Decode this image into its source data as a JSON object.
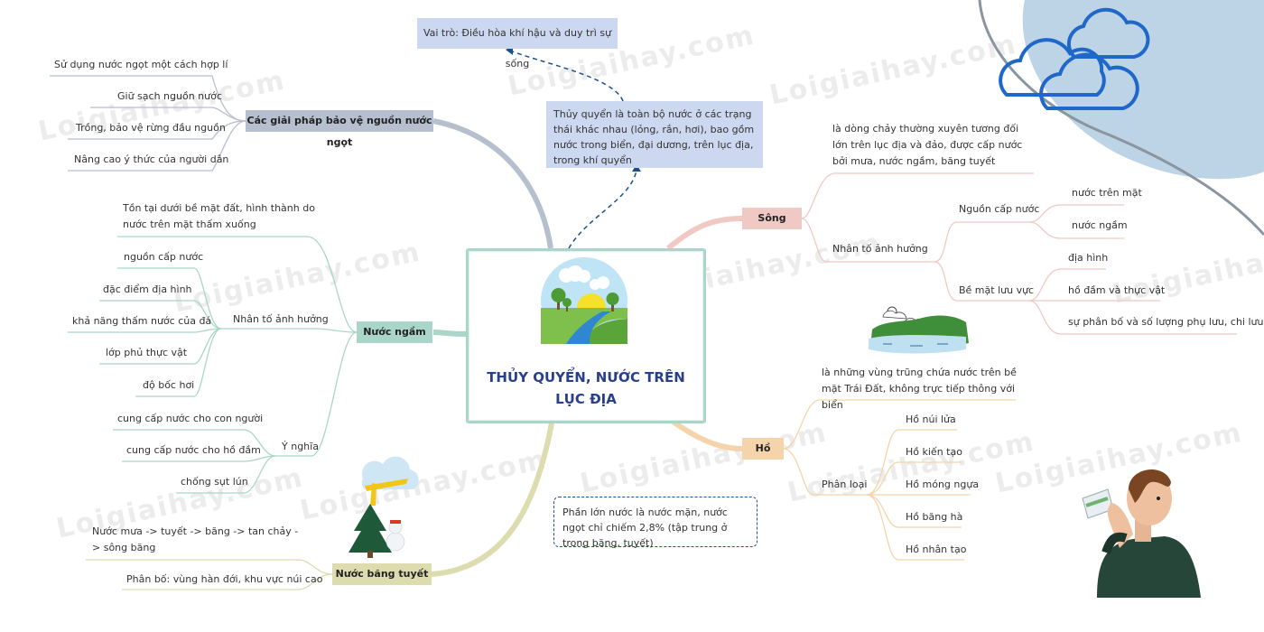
{
  "watermark": "Loigiaihay.com",
  "center": {
    "title": "THỦY QUYỂN, NƯỚC TRÊN LỤC ĐỊA"
  },
  "role_note": "Vai trò: Điều hòa khí hậu và duy trì sự sống",
  "definition_note": "Thủy quyển là toàn bộ nước ở các trạng thái khác nhau (lỏng, rắn, hơi), bao gồm nước trong biển, đại dương, trên lục địa, trong khí quyển",
  "bottom_note": "Phần lớn nước là nước mặn, nước ngọt chỉ chiếm 2,8% (tập trung ở trong băng, tuyết)",
  "solutions": {
    "label": "Các giải pháp bảo vệ nguồn nước ngọt",
    "items": [
      "Sử dụng nước ngọt một cách hợp lí",
      "Giữ sạch nguồn nước",
      "Trồng, bảo vệ rừng đầu nguồn",
      "Nâng cao ý thức của người dân"
    ]
  },
  "groundwater": {
    "label": "Nước ngầm",
    "definition": "Tồn tại dưới bề mặt đất, hình thành do nước trên mặt thấm xuống",
    "factors_label": "Nhân tố ảnh hưởng",
    "factors": [
      "nguồn cấp nước",
      "đặc điểm địa hình",
      "khả năng thấm nước của đá",
      "lớp phủ thực vật",
      "độ bốc hơi"
    ],
    "meaning_label": "Ý nghĩa",
    "meanings": [
      "cung cấp nước cho con người",
      "cung cấp nước cho hồ đầm",
      "chống sụt lún"
    ]
  },
  "ice": {
    "label": "Nước băng tuyết",
    "items": [
      "Nước mưa -> tuyết -> băng -> tan chảy -> sông băng",
      "Phân bố: vùng hàn đới, khu vực núi cao"
    ]
  },
  "river": {
    "label": "Sông",
    "definition": "là dòng chảy thường xuyên tương đối lớn trên lục địa và đảo, được cấp nước bởi mưa, nước ngầm, băng tuyết",
    "factors_label": "Nhân tố ảnh hưởng",
    "source_label": "Nguồn cấp nước",
    "sources": [
      "nước trên mặt",
      "nước ngầm"
    ],
    "surface_label": "Bề mặt lưu vực",
    "surfaces": [
      "địa hình",
      "hồ đầm và thực vật",
      "sự phân bố và số lượng phụ lưu, chi lưu"
    ]
  },
  "lake": {
    "label": "Hồ",
    "definition": "là những vùng trũng chứa nước trên bề mặt Trái Đất, không trực tiếp thông với biển",
    "types_label": "Phân loại",
    "types": [
      "Hồ núi lửa",
      "Hồ kiến tạo",
      "Hồ móng ngựa",
      "Hồ băng hà",
      "Hồ nhân tạo"
    ]
  },
  "colors": {
    "solutions": "#b5bfcd",
    "groundwater": "#a9d6c8",
    "ice": "#dcdcae",
    "river": "#f0c8c4",
    "lake": "#f5d4ab",
    "note_bg": "#cbd8ef",
    "dashed": "#1c4d8c"
  }
}
